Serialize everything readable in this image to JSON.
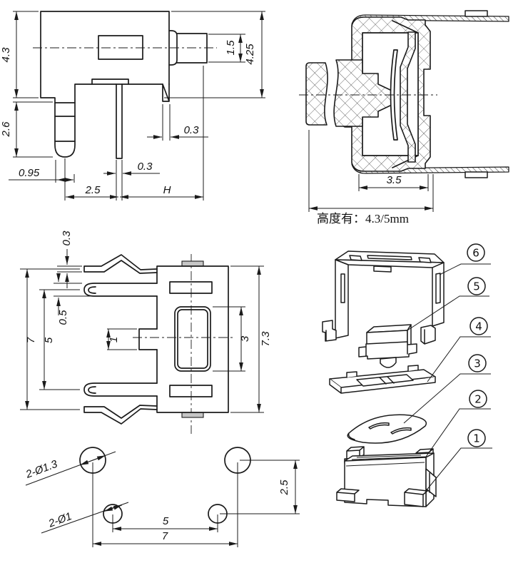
{
  "drawing": {
    "line_color": "#1b1b1b",
    "views": {
      "side": {
        "dims": {
          "body_height": "4.3",
          "base_height": "2.6",
          "leg_width": "0.95",
          "lead_pitch": "2.5",
          "height_var": "H",
          "pin_thickness": "0.3",
          "edge_offset": "0.3",
          "stem_diameter": "1.5",
          "overall_height": "4.25"
        }
      },
      "section": {
        "dims": {
          "cavity_width": "3.5"
        },
        "note": "高度有：4.3/5mm"
      },
      "top": {
        "dims": {
          "clip_thickness": "0.3",
          "pin_thickness": "0.5",
          "slot_width": "1",
          "pin_span": "5",
          "clip_span": "7",
          "stem_width": "3",
          "body_width": "7.3"
        }
      },
      "footprint": {
        "dims": {
          "large_holes": "2-Ø1.3",
          "small_holes": "2-Ø1",
          "small_pitch": "5",
          "large_pitch": "7",
          "row_pitch": "2.5"
        }
      },
      "exploded": {
        "parts": [
          {
            "label": "1"
          },
          {
            "label": "2"
          },
          {
            "label": "3"
          },
          {
            "label": "4"
          },
          {
            "label": "5"
          },
          {
            "label": "6"
          }
        ]
      }
    }
  }
}
